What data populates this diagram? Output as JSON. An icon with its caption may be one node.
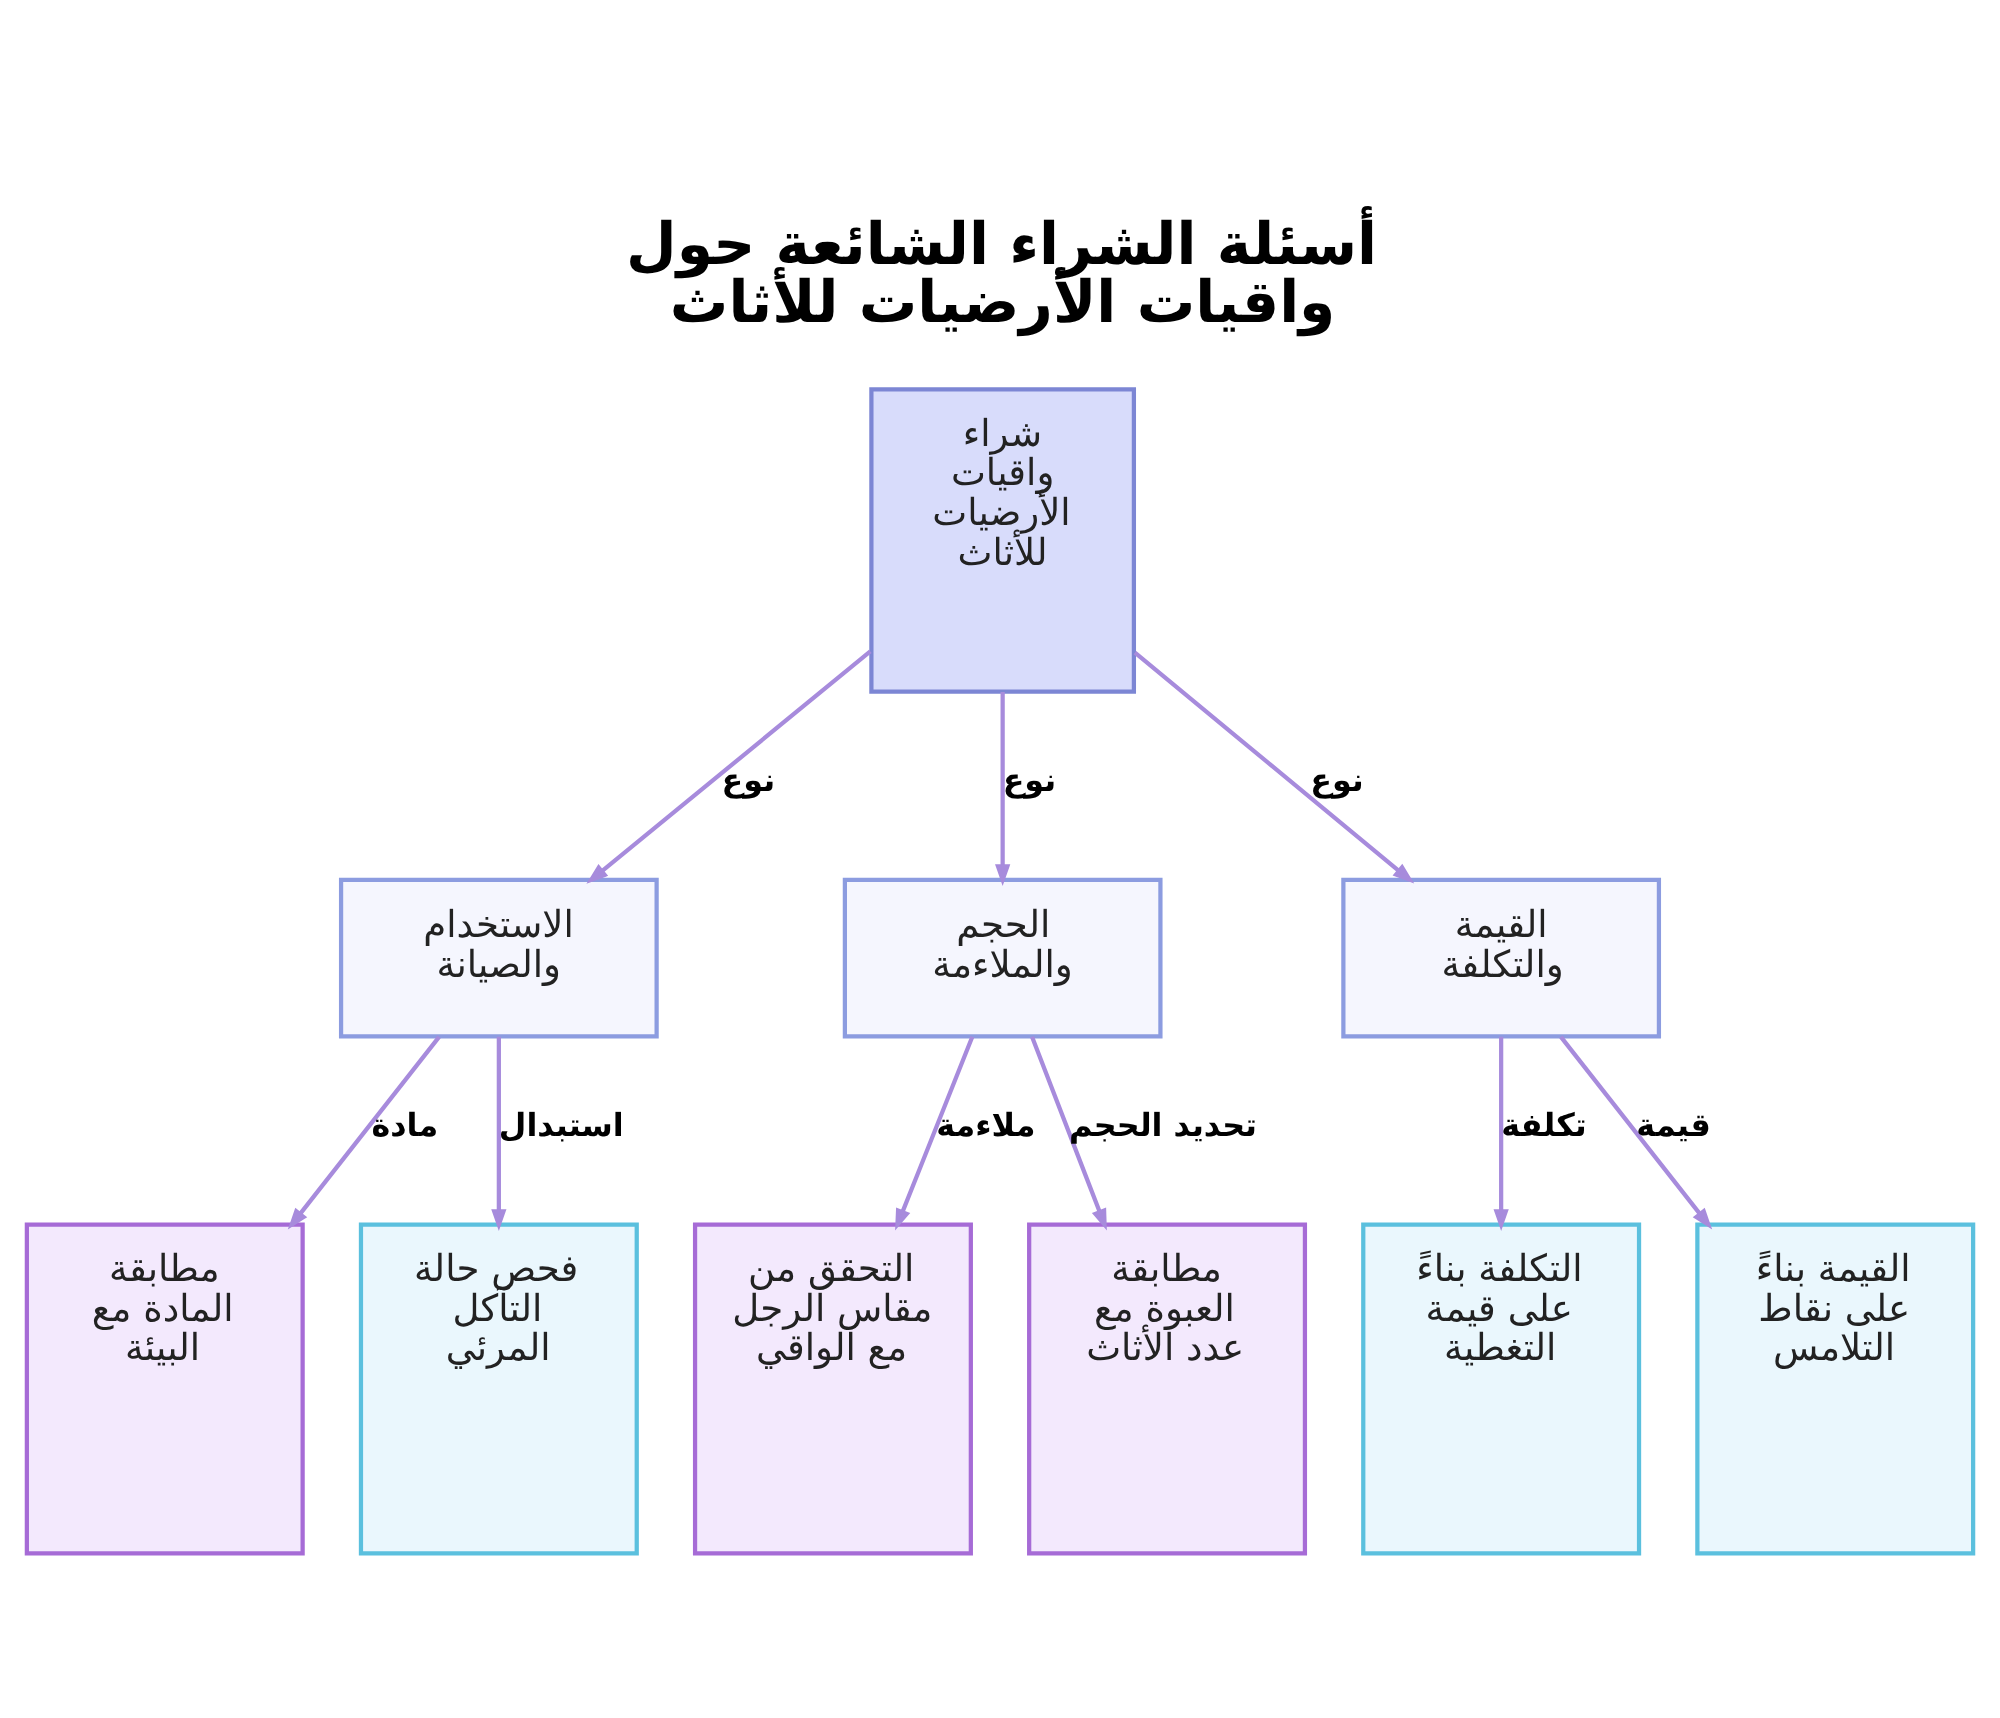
{
  "diagram": {
    "title": "أسئلة الشراء الشائعة حول واقيات الأرضيات للأثاث",
    "nodes": [
      {
        "text": [
          "شراء واقيات الأرضيات للأثاث"
        ]
      },
      {
        "text": [
          "الاستخدام والصيانة"
        ]
      },
      {
        "text": [
          "الحجم والملاءمة"
        ]
      },
      {
        "text": [
          "القيمة والتكلفة"
        ]
      },
      {
        "text": [
          "مطابقة المادة مع البيئة"
        ]
      },
      {
        "text": [
          "فحص حالة التآكل المرئي"
        ]
      },
      {
        "text": [
          "التحقق من مقاس الرجل مع الواقي"
        ]
      },
      {
        "text": [
          "مطابقة العبوة مع عدد الأثاث"
        ]
      },
      {
        "text": [
          "التكلفة بناءً على قيمة التغطية"
        ]
      },
      {
        "text": [
          "القيمة بناءً على نقاط التلامس"
        ]
      }
    ],
    "edges": [
      {
        "from": 0,
        "to": 1,
        "arrow": "to",
        "label": "نوع"
      },
      {
        "from": 0,
        "to": 2,
        "arrow": "to",
        "label": "نوع"
      },
      {
        "from": 0,
        "to": 3,
        "arrow": "to",
        "label": "نوع"
      },
      {
        "from": 1,
        "to": 4,
        "arrow": "to",
        "label": "مادة"
      },
      {
        "from": 1,
        "to": 5,
        "arrow": "to",
        "label": "استبدال"
      },
      {
        "from": 2,
        "to": 6,
        "arrow": "to",
        "label": "ملاءمة"
      },
      {
        "from": 2,
        "to": 7,
        "arrow": "to",
        "label": "تحديد الحجم"
      },
      {
        "from": 3,
        "to": 8,
        "arrow": "to",
        "label": "تكلفة"
      },
      {
        "from": 3,
        "to": 9,
        "arrow": "to",
        "label": "قيمة"
      }
    ]
  }
}
